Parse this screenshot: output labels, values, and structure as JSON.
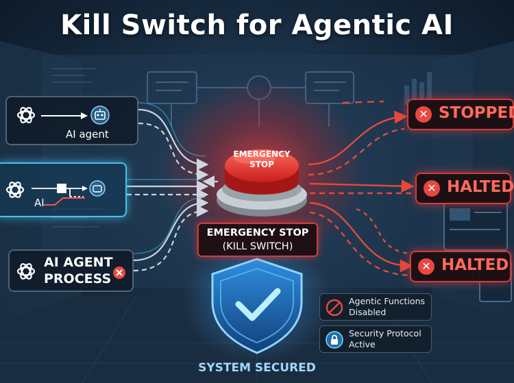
{
  "title": "Kill Switch for Agentic AI",
  "inputs": [
    {
      "label": "AI agent"
    },
    {
      "label": "AI"
    },
    {
      "label_line1": "AI AGENT",
      "label_line2": "PROCESS"
    }
  ],
  "button": {
    "label_line1": "EMERGENCY",
    "label_line2": "STOP"
  },
  "caption": {
    "line1": "EMERGENCY STOP",
    "line2": "(KILL SWITCH)"
  },
  "outputs": [
    {
      "label": "STOPPED"
    },
    {
      "label": "HALTED"
    },
    {
      "label": "HALTED"
    }
  ],
  "info": [
    {
      "text": "Agentic Functions Disabled",
      "icon": "prohibited-icon"
    },
    {
      "text": "Security Protocol Active",
      "icon": "lock-icon"
    }
  ],
  "shield": {
    "label": "SYSTEM SECURED",
    "icon": "shield-check-icon"
  },
  "colors": {
    "danger": "#e8483f",
    "accent": "#47c2ee",
    "background": "#16293d"
  }
}
